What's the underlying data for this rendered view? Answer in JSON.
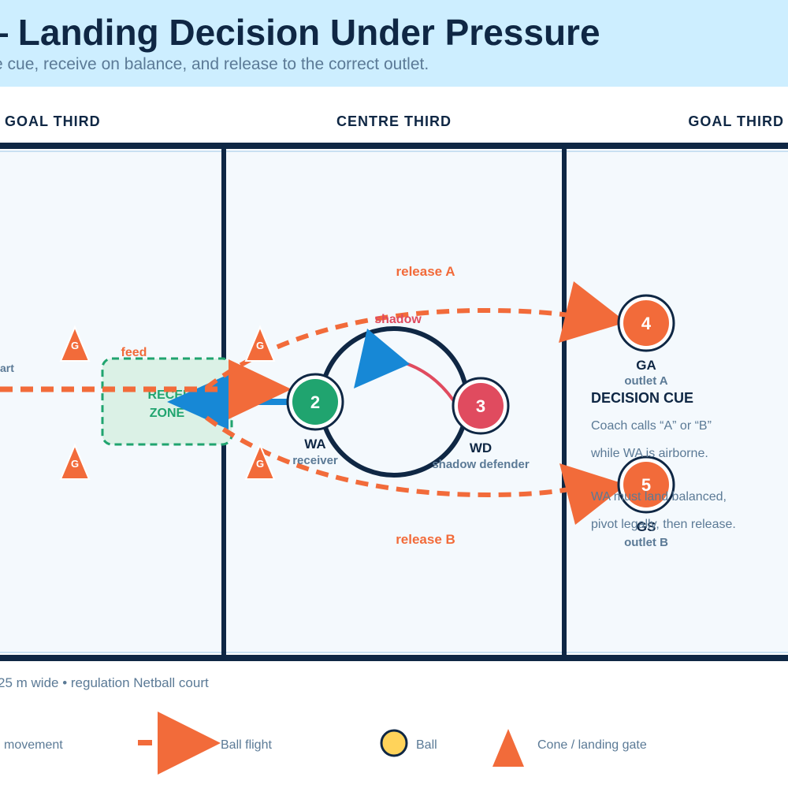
{
  "header": {
    "title": "— Landing Decision Under Pressure",
    "subtitle": "e cue, receive on balance, and release to the correct outlet."
  },
  "thirds": {
    "left": "GOAL THIRD",
    "centre": "CENTRE THIRD",
    "right": "GOAL THIRD"
  },
  "cones": {
    "glyph": "G",
    "count": 4
  },
  "zone": {
    "line1": "RECEI",
    "line2": "ZONE"
  },
  "labels": {
    "feed": "feed",
    "start": "art",
    "release_a": "release A",
    "release_b": "release B",
    "shadow": "shadow"
  },
  "players": [
    {
      "number": "2",
      "position": "WA",
      "role": "receiver",
      "color": "#20a46f"
    },
    {
      "number": "3",
      "position": "WD",
      "role": "shadow defender",
      "color": "#e04b5f"
    },
    {
      "number": "4",
      "position": "GA",
      "role": "outlet A",
      "color": "#f26b3a"
    },
    {
      "number": "5",
      "position": "GS",
      "role": "outlet B",
      "color": "#f26b3a"
    }
  ],
  "decision_cue": {
    "title": "DECISION CUE",
    "lines": [
      "Coach calls “A” or “B”",
      "while WA is airborne.",
      "WA must land balanced,",
      "pivot legally, then release."
    ]
  },
  "footer": {
    "note": "25 m wide • regulation Netball court"
  },
  "legend": {
    "movement": "movement",
    "ball_flight": "Ball flight",
    "ball": "Ball",
    "cone": "Cone / landing gate"
  },
  "colors": {
    "navy": "#0f2744",
    "orange": "#f26b3a",
    "blue": "#1788d6",
    "green": "#20a46f",
    "red": "#e04b5f",
    "court_fill": "#f4f9fd",
    "ball": "#ffd35a"
  }
}
